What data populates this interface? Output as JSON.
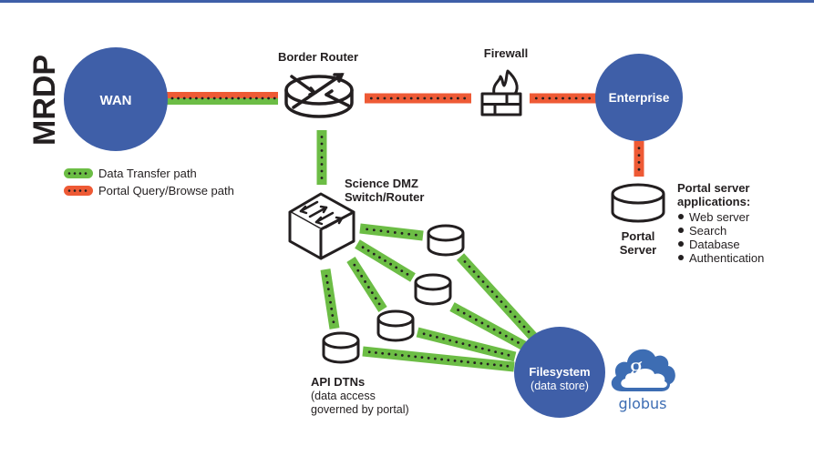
{
  "title": "MRDP",
  "colors": {
    "node_blue": "#3f5fa8",
    "data_path_green": "#6cbd45",
    "portal_path_red": "#ee5a35",
    "dot": "#231f20",
    "globus_blue": "#3d6db3"
  },
  "legend": {
    "items": [
      {
        "label": "Data Transfer path",
        "color": "#6cbd45"
      },
      {
        "label": "Portal Query/Browse path",
        "color": "#ee5a35"
      }
    ]
  },
  "nodes": {
    "wan": {
      "label": "WAN"
    },
    "border_router": {
      "label": "Border Router",
      "icon": "router-icon"
    },
    "firewall": {
      "label": "Firewall",
      "icon": "firewall-icon"
    },
    "enterprise": {
      "label": "Enterprise"
    },
    "science_dmz": {
      "label_line1": "Science DMZ",
      "label_line2": "Switch/Router",
      "icon": "switch-icon"
    },
    "portal_server": {
      "label_line1": "Portal",
      "label_line2": "Server",
      "icon": "database-icon"
    },
    "portal_apps": {
      "heading_line1": "Portal server",
      "heading_line2": "applications:",
      "items": [
        "Web server",
        "Search",
        "Database",
        "Authentication"
      ]
    },
    "api_dtns": {
      "label": "API DTNs",
      "desc_line1": "(data access",
      "desc_line2": "governed by portal)",
      "icon": "database-icon"
    },
    "filesystem": {
      "label": "Filesystem",
      "sublabel": "(data store)"
    },
    "globus": {
      "label": "globus",
      "glyph": "g",
      "icon": "globus-cloud-logo"
    }
  }
}
